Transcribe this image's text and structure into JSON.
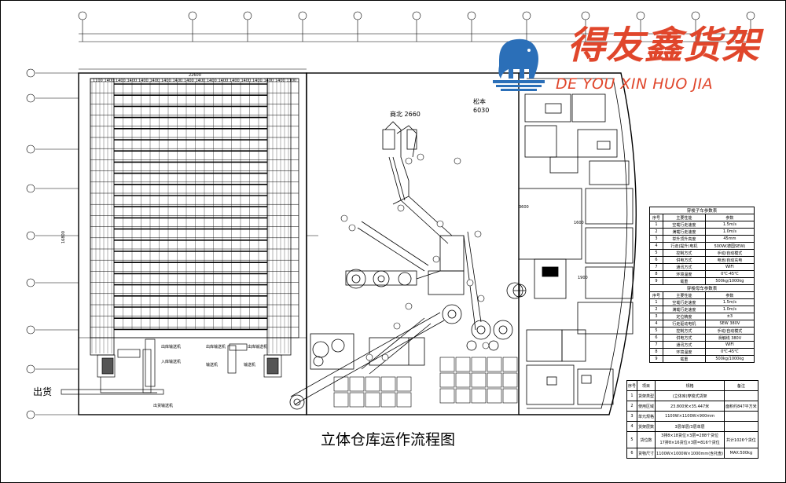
{
  "brand": {
    "name_cn": "得友鑫货架",
    "name_en": "DE YOU XIN HUO JIA",
    "color": "#e0462b",
    "logo_blue": "#2b6fb8"
  },
  "drawing": {
    "title": "立体仓库运作流程图",
    "shipping_label": "出货",
    "top_dimension": "22600",
    "side_dimension": "16800",
    "ann_1": "商北 2660",
    "ann_2_line1": "松本",
    "ann_2_line2": "6030",
    "dim_a": "3600",
    "dim_b": "1600",
    "dim_c": "1900",
    "col_dims": [
      "1100",
      "1400",
      "1400",
      "1400",
      "1400",
      "1400",
      "1400",
      "1400",
      "1400",
      "1400",
      "1400",
      "1400",
      "1400",
      "1400",
      "1400",
      "1400",
      "1400",
      "1100"
    ],
    "conveyor_labels": [
      "出库输送机",
      "入库输送机",
      "出库输送机",
      "输送机",
      "出库输送机",
      "输送机",
      "出货输送机"
    ]
  },
  "shuttle_table": {
    "title": "穿梭子车参数表",
    "headers": [
      "序号",
      "主要性能",
      "参数"
    ],
    "rows": [
      [
        "1",
        "空载行走速度",
        "1.5m/s"
      ],
      [
        "2",
        "满载行走速度",
        "1.0m/s"
      ],
      [
        "3",
        "举升顶升高度",
        "45mm"
      ],
      [
        "4",
        "行走(提升)电机",
        "500W(德国SEW)"
      ],
      [
        "5",
        "控制方式",
        "手动/自动模式"
      ],
      [
        "6",
        "供电方式",
        "电池/自动充电"
      ],
      [
        "7",
        "通讯方式",
        "WIFI"
      ],
      [
        "8",
        "环境温度",
        "0℃-45℃"
      ],
      [
        "9",
        "载重",
        "500kg/1000kg"
      ]
    ]
  },
  "mother_table": {
    "title": "穿梭母车参数表",
    "headers": [
      "序号",
      "主要性能",
      "参数"
    ],
    "rows": [
      [
        "1",
        "空载行走速度",
        "1.5m/s"
      ],
      [
        "2",
        "满载行走速度",
        "1.0m/s"
      ],
      [
        "3",
        "定位精度",
        "±3"
      ],
      [
        "4",
        "行走驱动电机",
        "SEW 380V"
      ],
      [
        "5",
        "控制方式",
        "手动/自动模式"
      ],
      [
        "6",
        "供电方式",
        "滑触线 380V"
      ],
      [
        "7",
        "通讯方式",
        "WIFI"
      ],
      [
        "8",
        "环境温度",
        "0℃-45℃"
      ],
      [
        "9",
        "载重",
        "500kg/1000kg"
      ]
    ]
  },
  "spec_table": {
    "headers": [
      "序号",
      "项目",
      "规格",
      "备注"
    ],
    "rows": [
      [
        "1",
        "货架类型",
        "(立体库)穿梭式货架",
        ""
      ],
      [
        "2",
        "使用区域",
        "23.800米×35.447米",
        "面积约847平方米"
      ],
      [
        "3",
        "单元规格",
        "1100W×1100W×900mm",
        ""
      ],
      [
        "4",
        "货架层数",
        "3层单层/3层单层",
        ""
      ],
      [
        "5",
        "货位数",
        "3排8×18货位×3层=288个货位\n17排8×16货位×3层=816个货位",
        "共计1026个货位"
      ],
      [
        "6",
        "货物尺寸",
        "1100W×1000W×1000mm(含托盘)",
        "MAX:500kg"
      ]
    ]
  }
}
